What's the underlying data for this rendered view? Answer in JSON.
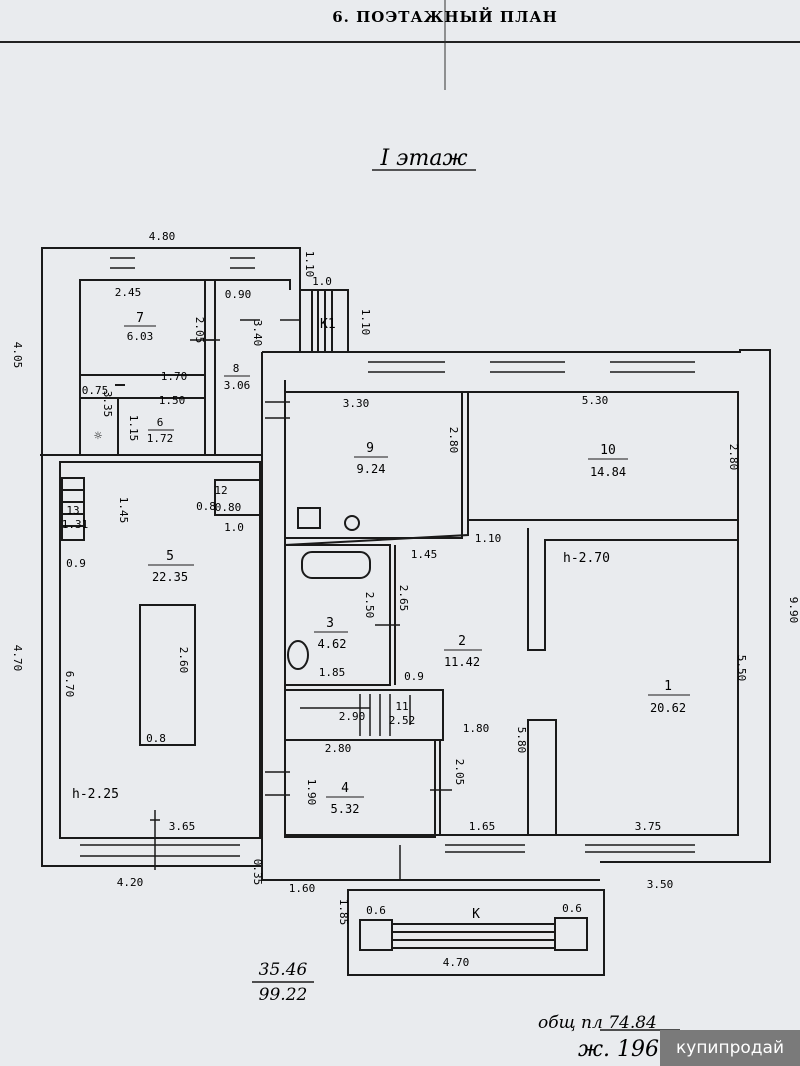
{
  "header": {
    "title": "6. ПОЭТАЖНЫЙ ПЛАН",
    "floor": "I этаж"
  },
  "rooms": [
    {
      "number": "1",
      "area": "20.62"
    },
    {
      "number": "2",
      "area": "11.42"
    },
    {
      "number": "3",
      "area": "4.62"
    },
    {
      "number": "4",
      "area": "5.32"
    },
    {
      "number": "5",
      "area": "22.35"
    },
    {
      "number": "6",
      "area": "1.72"
    },
    {
      "number": "7",
      "area": "6.03"
    },
    {
      "number": "8",
      "area": "3.06"
    },
    {
      "number": "9",
      "area": "9.24"
    },
    {
      "number": "10",
      "area": "14.84"
    },
    {
      "number": "12",
      "area": "0.80"
    },
    {
      "number": "13",
      "area": "1.31"
    },
    {
      "number": "11",
      "area": "2.52"
    }
  ],
  "labels": {
    "k1": "К1",
    "k": "К",
    "h_main": "h-2.70",
    "h_room5": "h-2.25",
    "sun": "☼"
  },
  "dimensions": [
    "4.80",
    "2.45",
    "0.90",
    "1.0",
    "1.10",
    "1.10",
    "2.05",
    "3.40",
    "4.05",
    "1.70",
    "1.50",
    "0.75",
    "3.35",
    "1.15",
    "3.30",
    "5.30",
    "2.80",
    "2.80",
    "1.45",
    "1.0",
    "0.8",
    "1.45",
    "1.10",
    "0.9",
    "2.50",
    "2.65",
    "1.85",
    "0.9",
    "6.70",
    "2.60",
    "0.8",
    "4.70",
    "2.90",
    "1.80",
    "2.80",
    "1.90",
    "2.05",
    "5.80",
    "5.50",
    "9.90",
    "3.65",
    "1.65",
    "3.75",
    "4.20",
    "1.60",
    "3.50",
    "0.35",
    "1.85",
    "0.6",
    "0.6",
    "4.70"
  ],
  "totals": {
    "living": "35.46",
    "total": "99.22",
    "sign_line1": "общ пл 74.84",
    "sign_line2": "ж. 196."
  },
  "watermark": "купипродай"
}
